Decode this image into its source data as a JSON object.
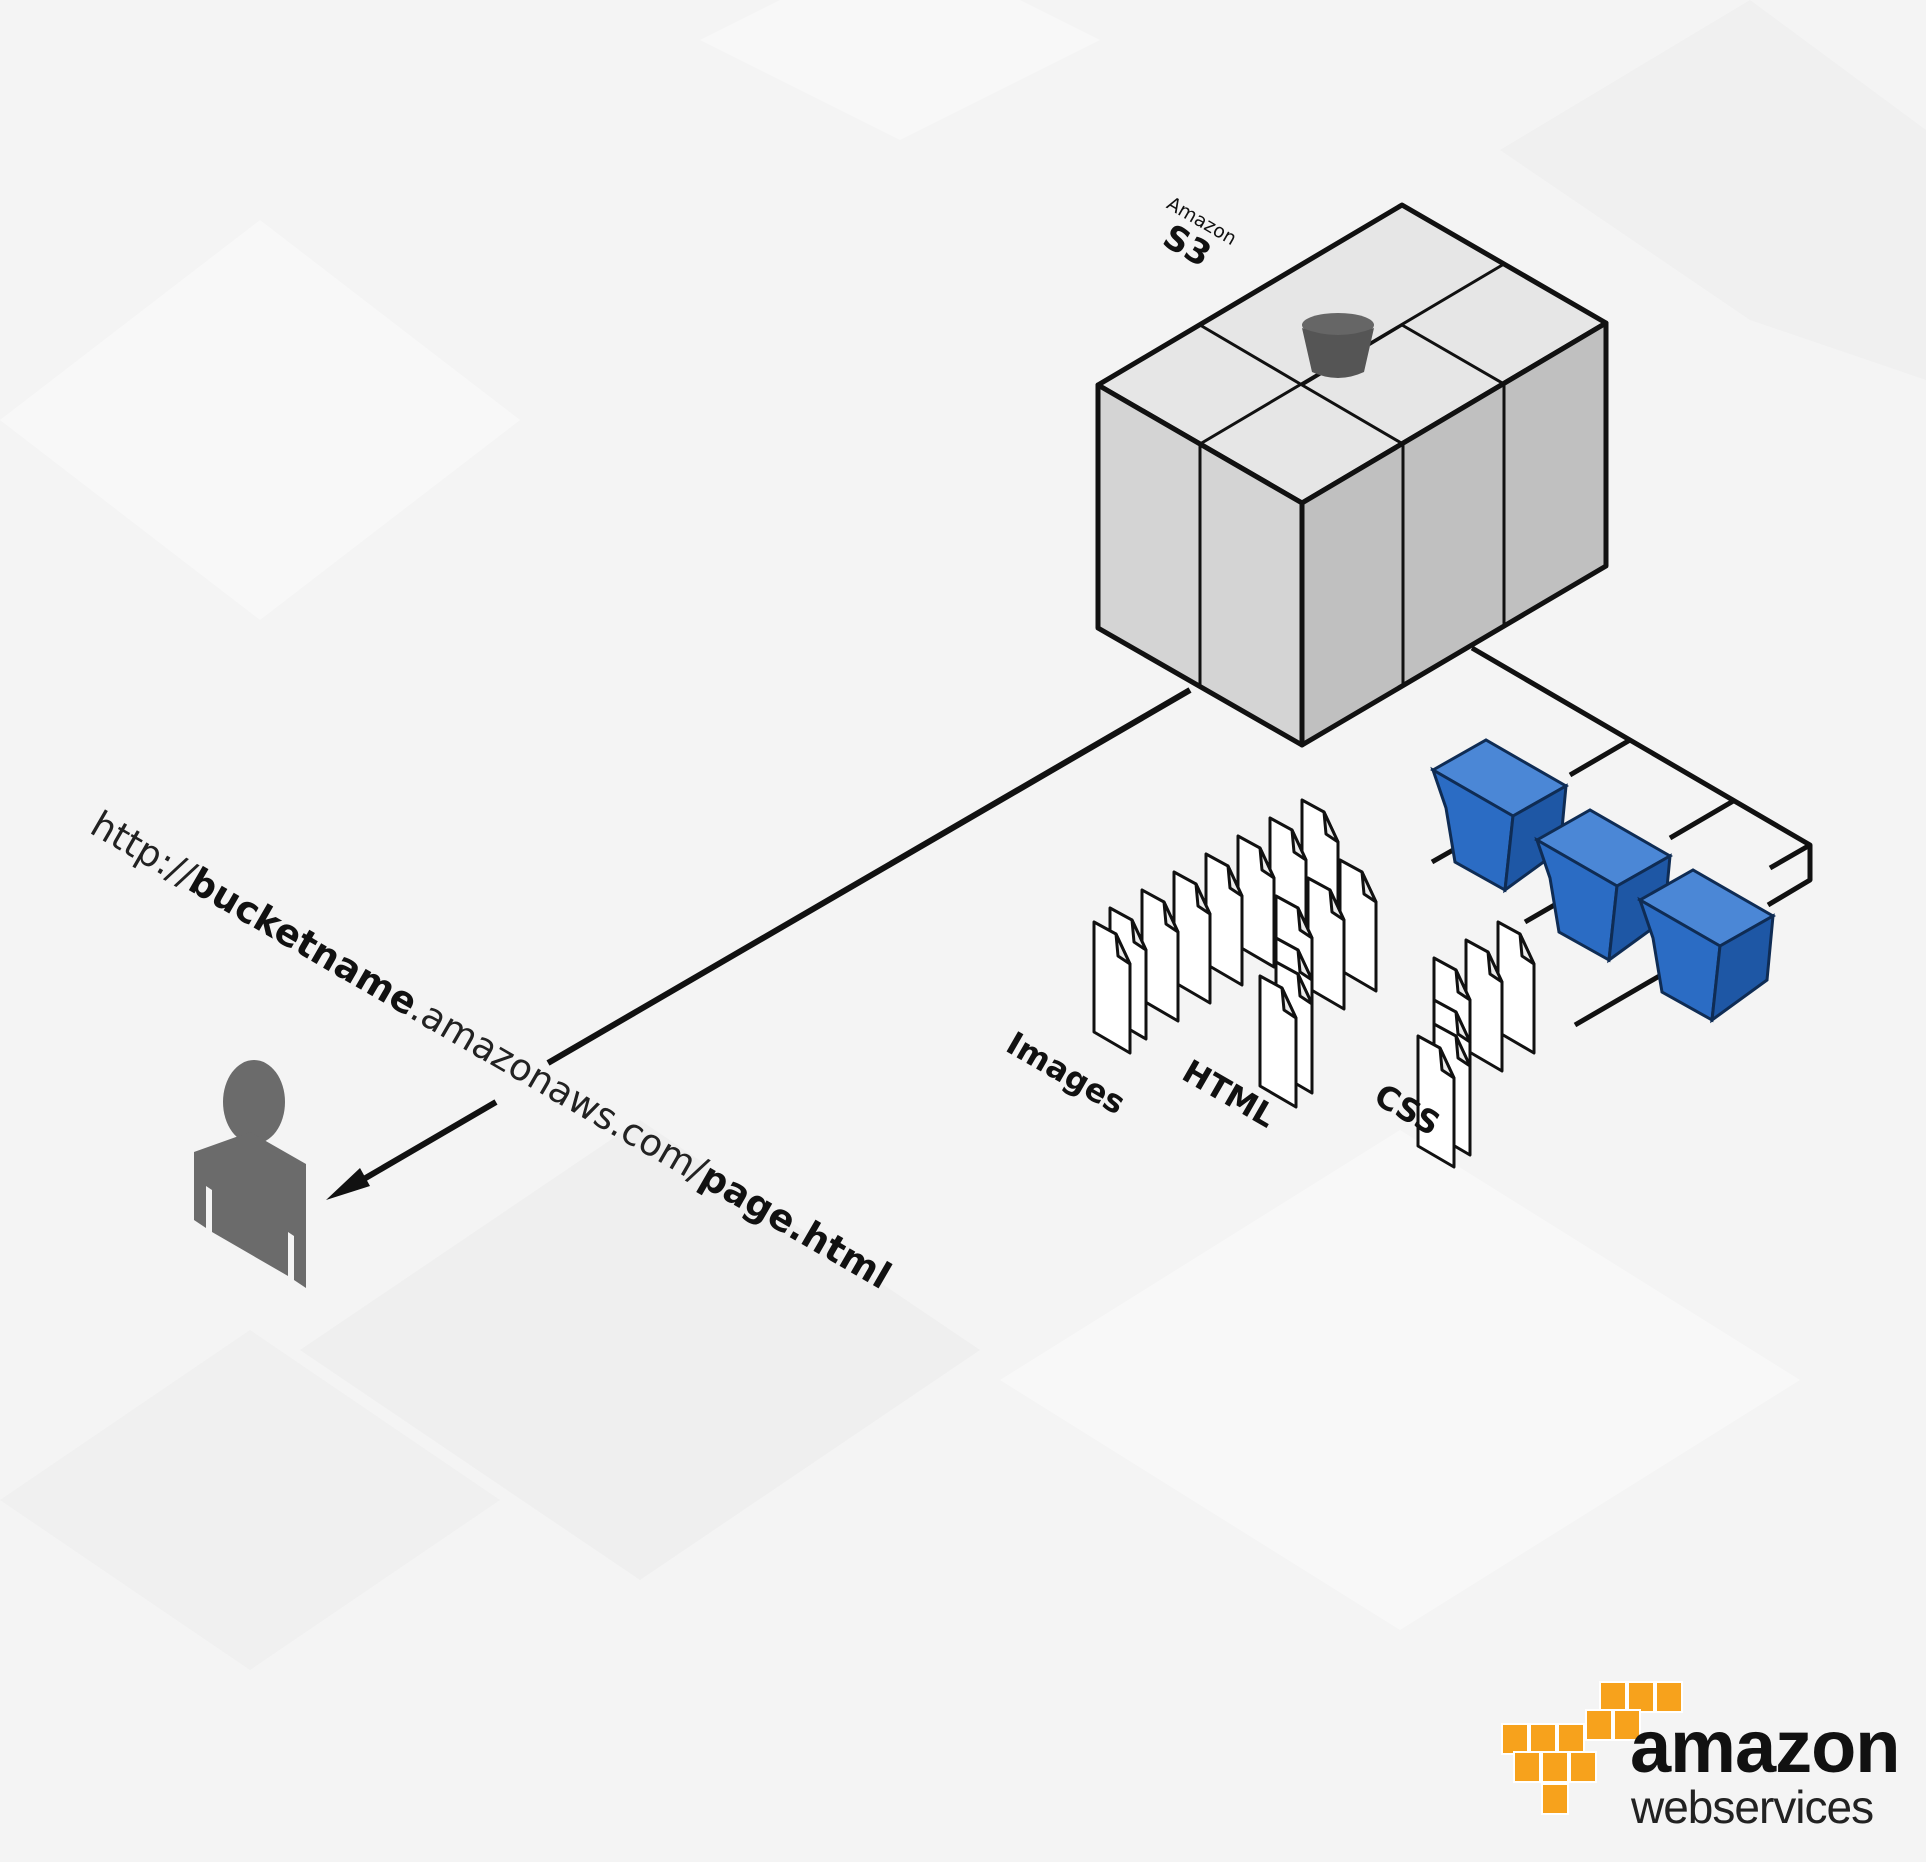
{
  "s3": {
    "brand": "Amazon",
    "name": "S3"
  },
  "url": {
    "scheme": "http://",
    "bucket": "bucketname",
    "domain": ".amazonaws.com/",
    "page": "page.html"
  },
  "content_labels": {
    "images": "Images",
    "html": "HTML",
    "css": "CSS"
  },
  "logo": {
    "word1": "amazon",
    "word2": "webservices"
  },
  "colors": {
    "bucket_blue": "#2b6cc4",
    "logo_orange": "#f7a21c",
    "server_light": "#e3e3e3",
    "server_mid": "#c9c9c9",
    "server_dark": "#b8b8b8",
    "person_gray": "#6b6b6b"
  },
  "icons": {
    "user": "user-icon",
    "bucket": "bucket-icon",
    "file": "file-icon",
    "storage": "s3-storage-icon"
  }
}
